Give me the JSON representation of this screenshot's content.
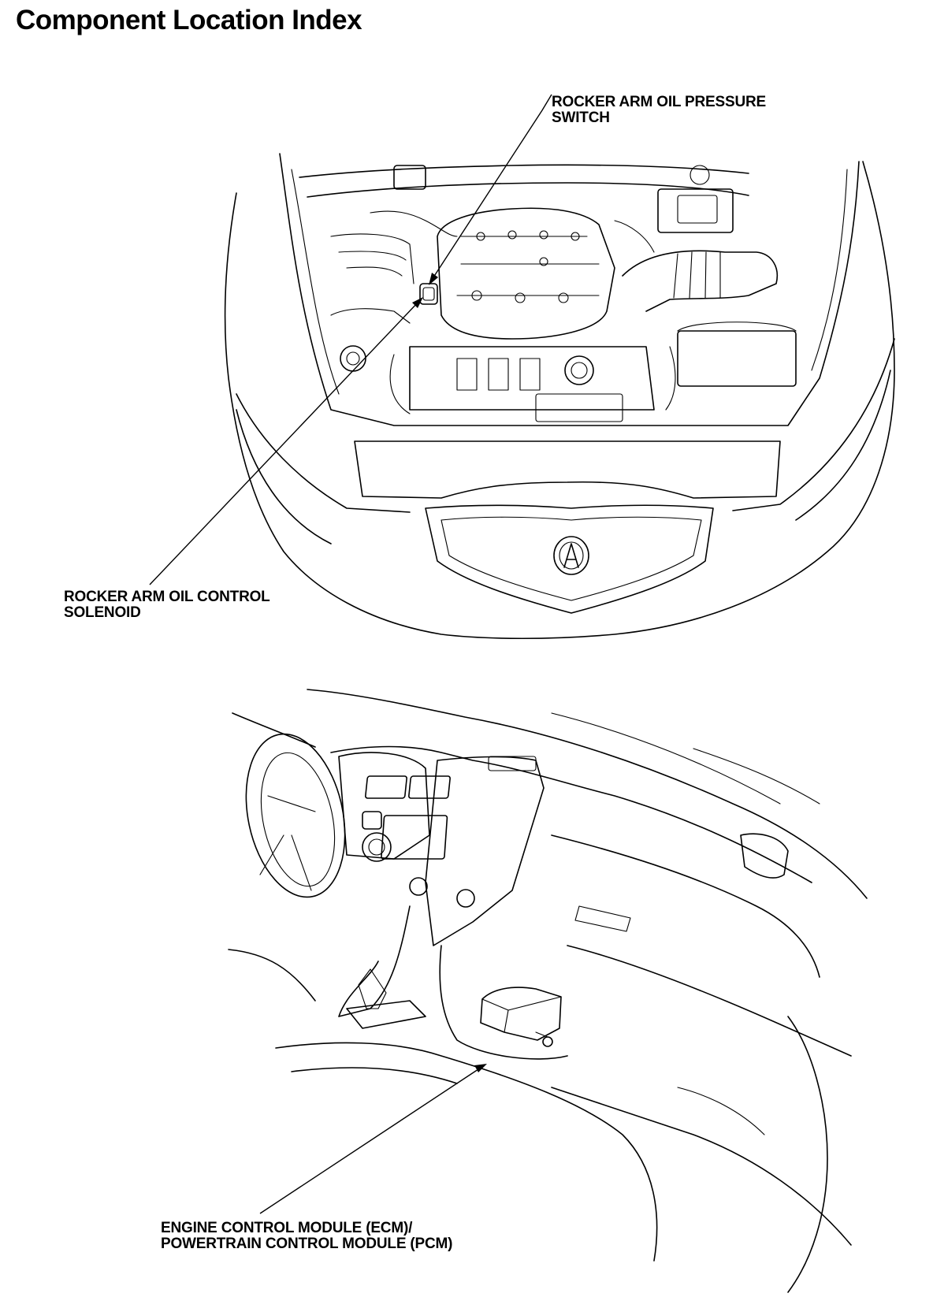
{
  "page": {
    "title": "Component Location Index"
  },
  "callouts": {
    "rocker_arm_oil_pressure_switch": [
      "ROCKER ARM OIL PRESSURE",
      "SWITCH"
    ],
    "rocker_arm_oil_control_solenoid": [
      "ROCKER ARM OIL CONTROL",
      "SOLENOID"
    ],
    "engine_control_module": [
      "ENGINE CONTROL MODULE (ECM)/",
      "POWERTRAIN CONTROL MODULE (PCM)"
    ]
  },
  "figures": {
    "engine_bay": {
      "emblem_icon": "acura-emblem-icon"
    },
    "dashboard": {
      "module_icon": "ecm-pcm-module-icon"
    }
  },
  "colors": {
    "ink": "#000000",
    "paper": "#ffffff"
  }
}
